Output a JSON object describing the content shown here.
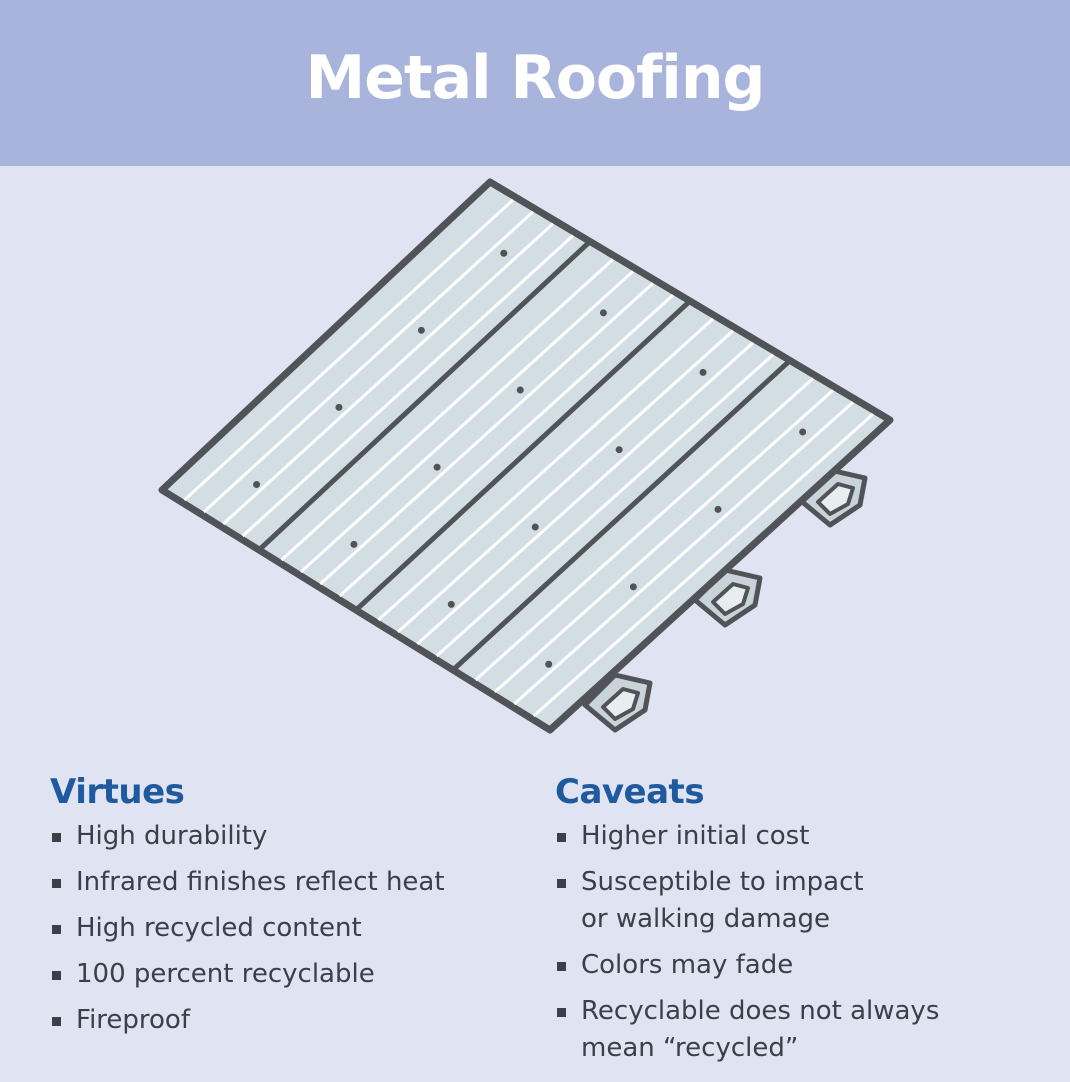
{
  "title": "Metal Roofing",
  "illustration": {
    "icon": "metal-roof-panels-icon"
  },
  "virtues": {
    "heading": "Virtues",
    "items": [
      "High durability",
      "Infrared finishes reflect heat",
      "High recycled content",
      "100 percent recyclable",
      "Fireproof"
    ]
  },
  "caveats": {
    "heading": "Caveats",
    "items": [
      "Higher initial cost",
      "Susceptible to impact\nor walking damage",
      "Colors may fade",
      "Recyclable does not always\nmean “recycled”"
    ]
  },
  "colors": {
    "header_bg": "#a8b4dc",
    "page_bg": "#dfe3f2",
    "heading": "#1f5a9e",
    "panel_fill": "#d2dde4",
    "outline": "#505459"
  }
}
